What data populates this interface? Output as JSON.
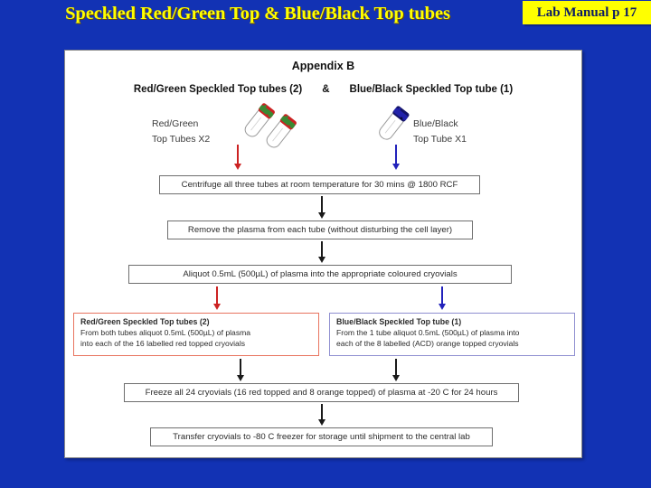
{
  "slide": {
    "title": "Speckled Red/Green Top & Blue/Black Top tubes",
    "badge": "Lab Manual p 17",
    "title_color": "#ffff00",
    "background_color": "#1232b4",
    "badge_bg_color": "#ffff00",
    "badge_text_color": "#0b1a66"
  },
  "appendix": {
    "heading": "Appendix B",
    "subtitle_left": "Red/Green Speckled Top tubes (2)",
    "subtitle_conjunction": "&",
    "subtitle_right": "Blue/Black Speckled Top tube (1)",
    "tubes": {
      "red_green": {
        "label_line1": "Red/Green",
        "label_line2": "Top Tubes X2",
        "cap_color": "#cc2222",
        "body_color": "#3a8a34",
        "icon": "blood-collection-tube-icon"
      },
      "blue_black": {
        "label_line1": "Blue/Black",
        "label_line2": "Top Tube X1",
        "cap_color": "#141466",
        "body_color": "#1a1a8c",
        "icon": "blood-collection-tube-icon"
      }
    },
    "steps": {
      "centrifuge": "Centrifuge all three tubes at room temperature for 30 mins @ 1800 RCF",
      "remove_plasma": "Remove the plasma from each tube (without disturbing the cell layer)",
      "aliquot": "Aliquot 0.5mL (500µL) of plasma into the appropriate coloured cryovials",
      "freeze": "Freeze all 24 cryovials (16 red topped and 8 orange topped) of plasma at -20 C for 24 hours",
      "transfer": "Transfer cryovials to -80 C freezer for storage until shipment to the central lab"
    },
    "detail_red_green": {
      "title": "Red/Green Speckled Top tubes (2)",
      "line1": "From both tubes aliquot 0.5mL (500µL) of plasma",
      "line2": "into each of the 16 labelled red topped cryovials",
      "border_color": "#e8745f"
    },
    "detail_blue_black": {
      "title": "Blue/Black Speckled Top tube (1)",
      "line1": "From the 1 tube aliquot 0.5mL (500µL) of plasma into",
      "line2": "each of the 8 labelled (ACD) orange topped cryovials",
      "border_color": "#8f8fd0"
    },
    "arrow_colors": {
      "red": "#cc2222",
      "blue": "#2222bb",
      "black": "#1a1a1a"
    }
  }
}
